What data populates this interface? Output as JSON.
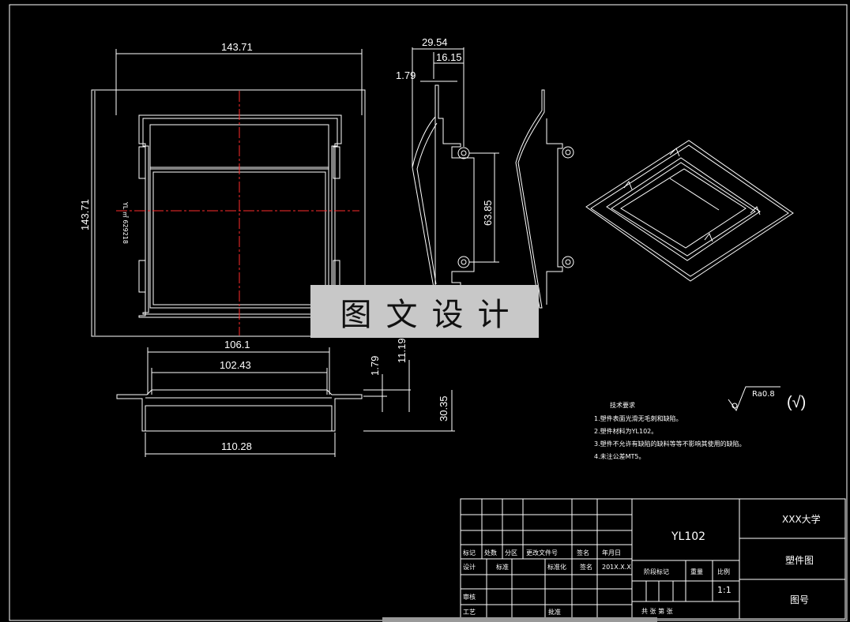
{
  "dimensions": {
    "top_width": "143.71",
    "left_height": "143.71",
    "side_total": "29.54",
    "side_part": "16.15",
    "side_thin": "1.79",
    "hole_spacing": "63.85",
    "mid_1119": "11.19",
    "bottom_1061": "106.1",
    "bottom_10243": "102.43",
    "bottom_179": "1.79",
    "bottom_3035": "30.35",
    "bottom_11028": "110.28"
  },
  "part_marking": "YL ㎡ 629218",
  "tech_notes": {
    "title": "技术要求",
    "items": [
      "1.塑件表面光滑无毛刺和缺陷。",
      "2.塑件材料为YL102。",
      "3.塑件不允许有缺陷的缺料等等不影响其使用的缺陷。",
      "4.未注公差MT5。"
    ]
  },
  "roughness": {
    "symbol_label": "Ra0.8",
    "bracket": "(√)"
  },
  "title_block": {
    "part_code": "YL102",
    "school": "XXX大学",
    "drawing_name": "塑件图",
    "drawing_no": "图号",
    "scale": "1:1",
    "headers": [
      "标记",
      "处数",
      "分区",
      "更改文件号",
      "签名",
      "年月日"
    ],
    "row2": [
      "设计",
      "标准",
      "标准化",
      "签名",
      "201X.X.X"
    ],
    "row3": [
      "审核"
    ],
    "row4": [
      "工艺",
      "批准"
    ],
    "stage_labels": [
      "阶段标记",
      "重量",
      "比例"
    ],
    "sheets": "共  张 第  张"
  },
  "watermark": "图文设计"
}
